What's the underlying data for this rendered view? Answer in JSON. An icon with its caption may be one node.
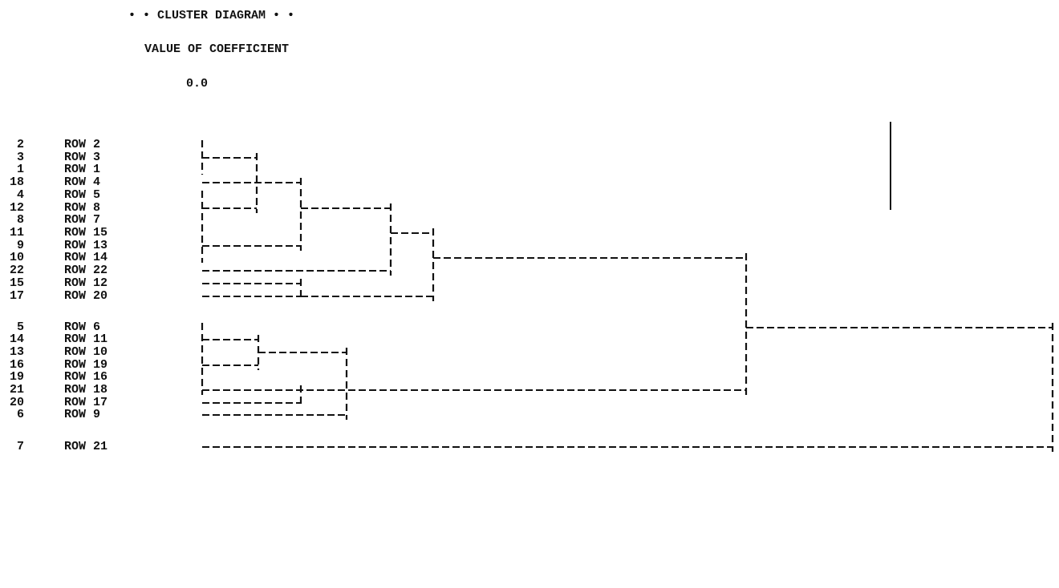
{
  "diagram": {
    "title": "• • CLUSTER DIAGRAM • •",
    "labels": [
      "VALUE OF COEFFICIENT",
      "0.0",
      "2",
      "ROW 2",
      "3",
      "ROW 3",
      "1",
      "ROW 1",
      "18",
      "ROW 4",
      "4",
      "ROW 5",
      "12",
      "ROW 8",
      "8",
      "ROW 7",
      "11",
      "ROW 15",
      "9",
      "ROW 13",
      "10",
      "ROW 14",
      "22",
      "ROW 22",
      "15",
      "ROW 12",
      "17",
      "ROW 20",
      "5",
      "ROW 6",
      "14",
      "ROW 11",
      "13",
      "ROW 10",
      "16",
      "ROW 19",
      "19",
      "ROW 16",
      "21",
      "ROW 18",
      "20",
      "ROW 17",
      "6",
      "ROW 9",
      "7",
      "ROW 21"
    ]
  }
}
